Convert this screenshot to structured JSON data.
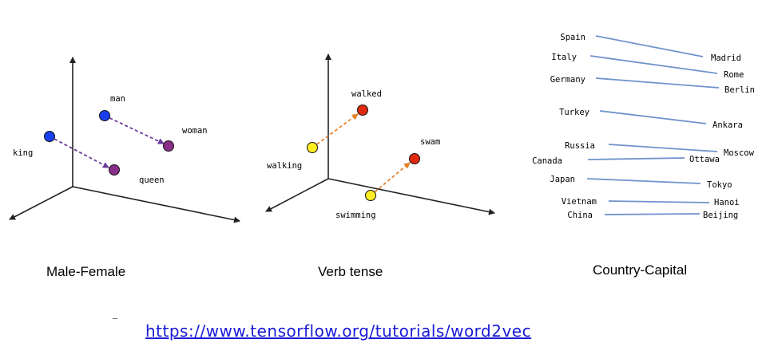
{
  "colors": {
    "axis": "#222222",
    "blue_point": "#1a3ff0",
    "purple_point": "#8a2e8a",
    "purple_arrow": "#6a3a9a",
    "yellow_point": "#ffee22",
    "red_point": "#e02a10",
    "orange_arrow": "#e8822a",
    "country_line": "#6f93cc",
    "link": "#1a1ad6"
  },
  "male_female": {
    "caption": "Male-Female",
    "labels": {
      "king": "king",
      "man": "man",
      "woman": "woman",
      "queen": "queen"
    }
  },
  "verb_tense": {
    "caption": "Verb tense",
    "labels": {
      "walked": "walked",
      "walking": "walking",
      "swam": "swam",
      "swimming": "swimming"
    }
  },
  "country_capital": {
    "caption": "Country-Capital",
    "pairs": [
      {
        "country": "Spain",
        "capital": "Madrid"
      },
      {
        "country": "Italy",
        "capital": "Rome"
      },
      {
        "country": "Germany",
        "capital": "Berlin"
      },
      {
        "country": "Turkey",
        "capital": "Ankara"
      },
      {
        "country": "Russia",
        "capital": "Moscow"
      },
      {
        "country": "Canada",
        "capital": "Ottawa"
      },
      {
        "country": "Japan",
        "capital": "Tokyo"
      },
      {
        "country": "Vietnam",
        "capital": "Hanoi"
      },
      {
        "country": "China",
        "capital": "Beijing"
      }
    ]
  },
  "footer": {
    "url": "https://www.tensorflow.org/tutorials/word2vec"
  }
}
